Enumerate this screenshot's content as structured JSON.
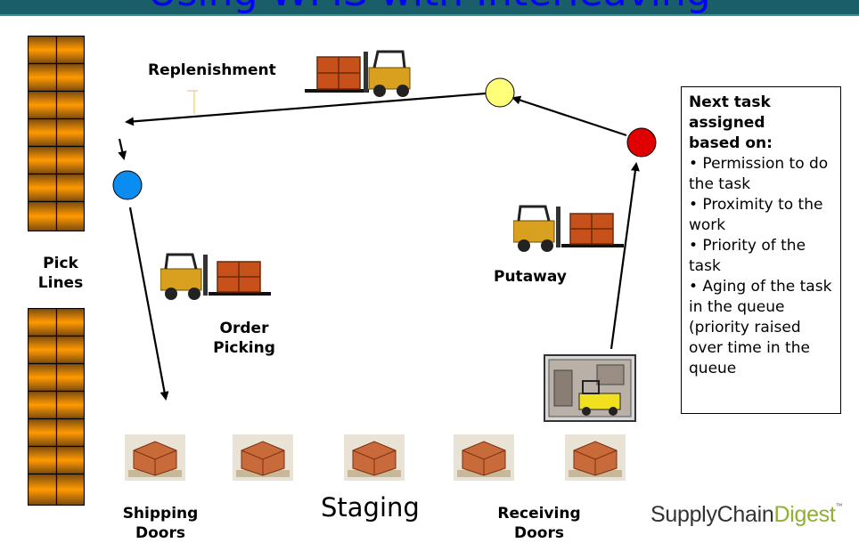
{
  "title": "Using WMS with Interleaving",
  "labels": {
    "replenishment": "Replenishment",
    "pick_lines": [
      "Pick",
      "Lines"
    ],
    "order_picking": [
      "Order",
      "Picking"
    ],
    "putaway": "Putaway",
    "staging": "Staging",
    "shipping_doors": [
      "Shipping",
      "Doors"
    ],
    "receiving_doors": [
      "Receiving",
      "Doors"
    ]
  },
  "note": {
    "heading": [
      "Next task",
      "assigned",
      "based on:"
    ],
    "items": [
      "• Permission to do the task",
      "• Proximity to the work",
      "• Priority of the task",
      "• Aging of the task in the queue (priority raised over time in the queue"
    ]
  },
  "brand": {
    "part1": "SupplyChain",
    "part2": "Digest",
    "mark": "™"
  },
  "colors": {
    "blue_node": "#0a8cf0",
    "yellow_node": "#ffff7a",
    "red_node": "#e00000",
    "rack": "#f5900a",
    "forklift": "#d9a020"
  },
  "icons": [
    "rack-icon",
    "forklift-icon",
    "pallet-boxes-icon",
    "warehouse-photo-icon",
    "arrow-icon",
    "node-circle-icon"
  ]
}
